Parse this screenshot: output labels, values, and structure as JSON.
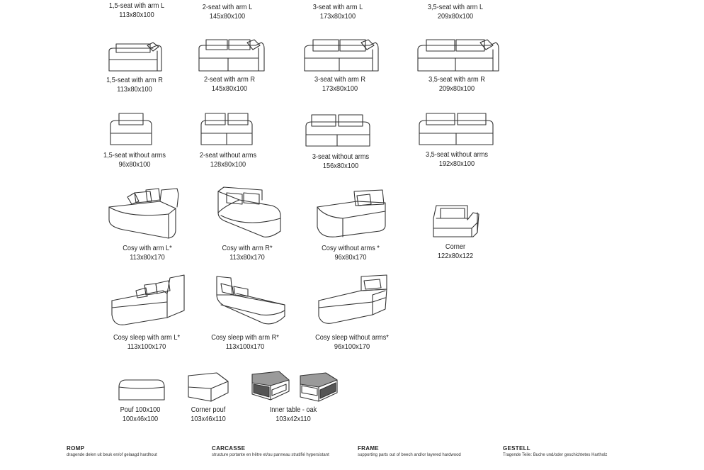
{
  "modules": [
    {
      "label": "1,5-seat with arm L",
      "dims": "113x80x100"
    },
    {
      "label": "2-seat with arm L",
      "dims": "145x80x100"
    },
    {
      "label": "3-seat  with arm L",
      "dims": "173x80x100"
    },
    {
      "label": "3,5-seat  with arm L",
      "dims": "209x80x100"
    },
    {
      "label": "1,5-seat with arm R",
      "dims": "113x80x100"
    },
    {
      "label": "2-seat with arm R",
      "dims": "145x80x100"
    },
    {
      "label": "3-seat with arm R",
      "dims": "173x80x100"
    },
    {
      "label": "3,5-seat  with arm R",
      "dims": "209x80x100"
    },
    {
      "label": "1,5-seat without arms",
      "dims": "96x80x100"
    },
    {
      "label": "2-seat without arms",
      "dims": "128x80x100"
    },
    {
      "label": "3-seat without arms",
      "dims": "156x80x100"
    },
    {
      "label": "3,5-seat without arms",
      "dims": "192x80x100"
    },
    {
      "label": "Cosy with arm L*",
      "dims": "113x80x170"
    },
    {
      "label": "Cosy with arm R*",
      "dims": "113x80x170"
    },
    {
      "label": "Cosy without arms *",
      "dims": "96x80x170"
    },
    {
      "label": "Corner",
      "dims": "122x80x122"
    },
    {
      "label": "Cosy sleep with arm L*",
      "dims": "113x100x170"
    },
    {
      "label": "Cosy sleep with arm R*",
      "dims": "113x100x170"
    },
    {
      "label": "Cosy sleep without arms*",
      "dims": "96x100x170"
    },
    {
      "label": "Pouf 100x100",
      "dims": "100x46x100"
    },
    {
      "label": "Corner pouf",
      "dims": "103x46x110"
    },
    {
      "label": "Inner table - oak",
      "dims": "103x42x110"
    }
  ],
  "footer": [
    {
      "heading": "ROMP",
      "text": "dragende delen uit beuk en/of gelaagd hardhout"
    },
    {
      "heading": "CARCASSE",
      "text": "structure portante en hêtre et/ou panneau stratifié hypersistant"
    },
    {
      "heading": "FRAME",
      "text": "supporting parts out of beech and/or layered hardwood"
    },
    {
      "heading": "GESTELL",
      "text": "Tragende Teile: Buche und/oder geschichtetes Hartholz"
    }
  ]
}
